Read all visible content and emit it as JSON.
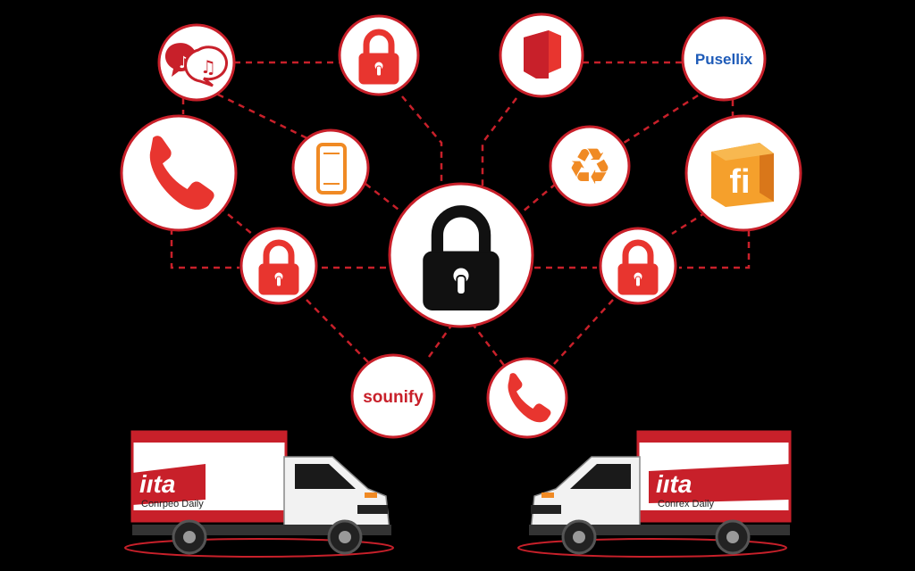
{
  "colors": {
    "background": "#000000",
    "accent_red": "#c8202a",
    "bright_red": "#e8352f",
    "orange": "#f08a24",
    "blue": "#1e5bb8",
    "lock_black": "#111111"
  },
  "nodes": {
    "music_chat": {
      "icon": "music-chat-icon"
    },
    "top_lock": {
      "icon": "lock-icon"
    },
    "shield": {
      "icon": "shield-icon"
    },
    "pusellix": {
      "label": "Pusellix"
    },
    "phone_left": {
      "icon": "phone-icon"
    },
    "smartphone": {
      "icon": "smartphone-icon"
    },
    "recycle": {
      "icon": "recycle-icon"
    },
    "fi_box": {
      "label": "fi"
    },
    "lock_left": {
      "icon": "lock-icon"
    },
    "center_lock": {
      "icon": "lock-icon"
    },
    "lock_right": {
      "icon": "lock-icon"
    },
    "sounify": {
      "label": "sounify"
    },
    "phone_bottom": {
      "icon": "phone-icon"
    }
  },
  "trucks": {
    "left": {
      "brand": "iıta",
      "tagline": "Conrpeo Daily"
    },
    "right": {
      "brand": "iıta",
      "tagline": "Conrex Daily"
    }
  }
}
